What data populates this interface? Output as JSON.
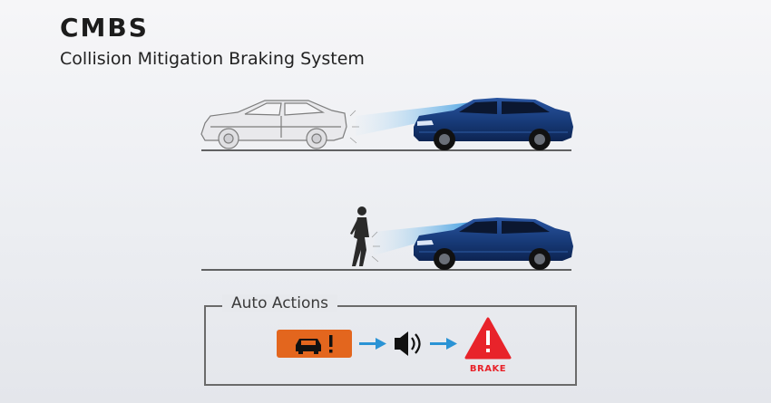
{
  "header": {
    "title": "CMBS",
    "subtitle": "Collision Mitigation Braking System"
  },
  "scenes": [
    {
      "obstacle": "vehicle-ahead",
      "obstacle_icon": "grey-sedan-outline"
    },
    {
      "obstacle": "pedestrian",
      "obstacle_icon": "pedestrian-silhouette"
    }
  ],
  "auto_actions": {
    "label": "Auto Actions",
    "steps": [
      {
        "icon": "car-warning-icon",
        "color": "#e3661e"
      },
      {
        "icon": "speaker-icon",
        "color": "#111111"
      },
      {
        "icon": "brake-warning-icon",
        "color": "#e8232a",
        "label": "BRAKE"
      }
    ],
    "arrow_color": "#2a93d5"
  },
  "colors": {
    "vehicle_body": "#173a78",
    "sensor_beam": "#5ab0e8",
    "ground_line": "#333333"
  }
}
